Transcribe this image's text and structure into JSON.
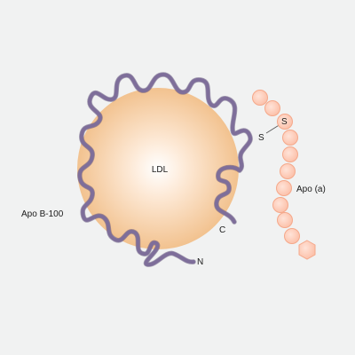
{
  "labels": {
    "center": "LDL",
    "apo_b": "Apo B-100",
    "apo_a": "Apo (a)",
    "c_terminus": "C",
    "n_terminus": "N",
    "sulfur_1": "S",
    "sulfur_2": "S"
  },
  "colors": {
    "background": "#f1f2f2",
    "particle_center": "#ffffff",
    "particle_edge": "#f2c28f",
    "ribbon": "#7e6e9a",
    "ribbon_shadow": "#5e5078",
    "bead_fill": "#fcc2ab",
    "bead_edge": "#f5a88a"
  },
  "apo_a_bead_count": 12
}
